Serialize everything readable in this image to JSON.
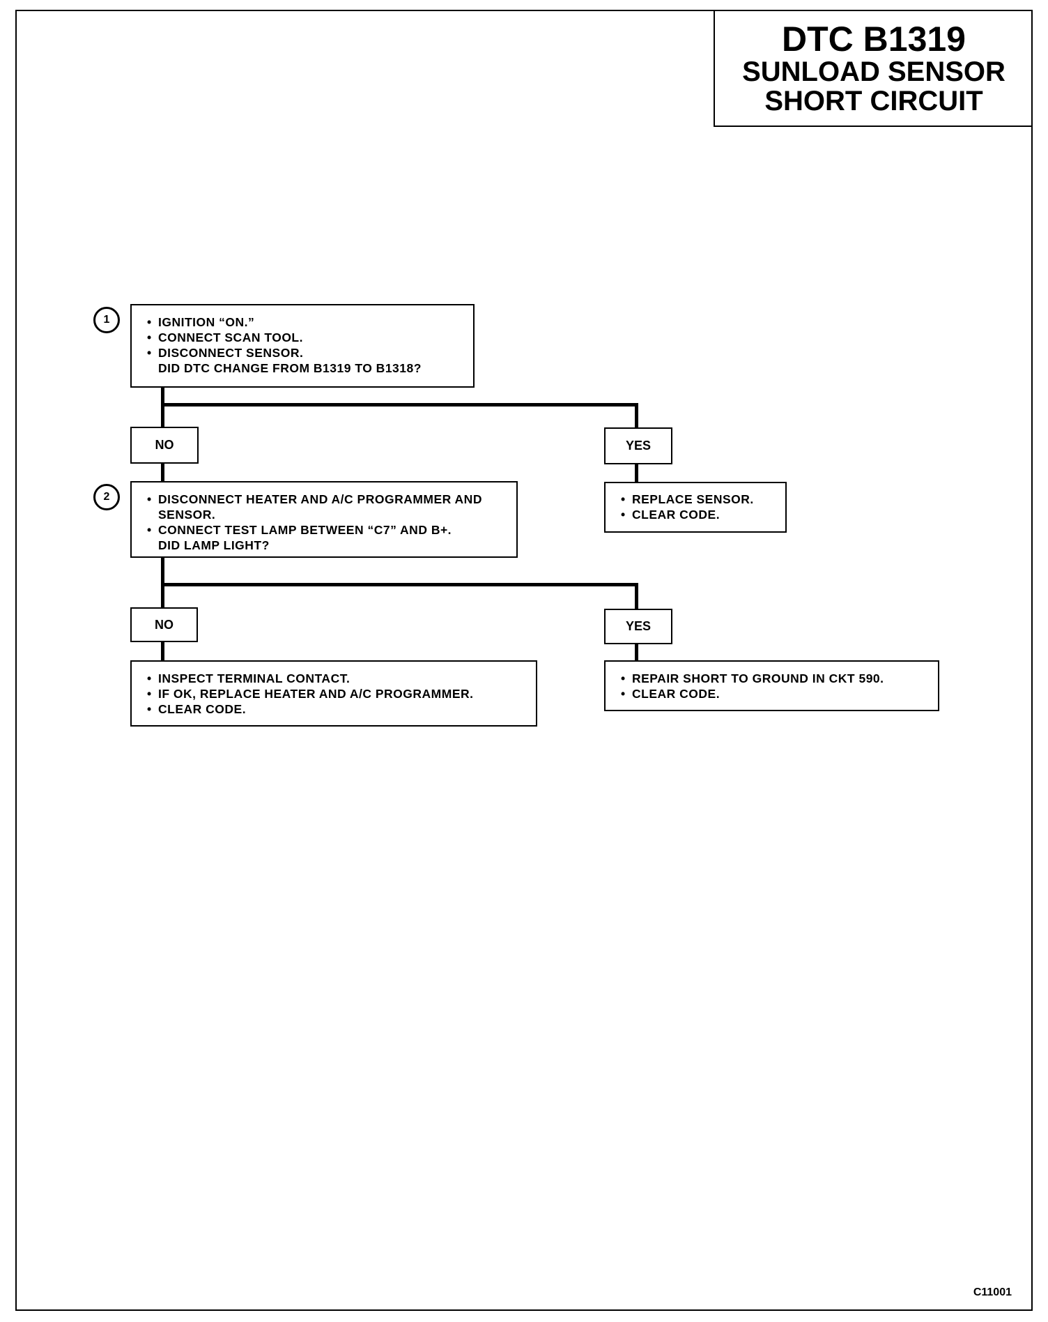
{
  "header": {
    "title": "DTC B1319",
    "subtitle_line1": "SUNLOAD SENSOR",
    "subtitle_line2": "SHORT CIRCUIT"
  },
  "steps": [
    {
      "number": "1",
      "items": [
        "IGNITION “ON.”",
        "CONNECT SCAN TOOL.",
        "DISCONNECT SENSOR."
      ],
      "question": "DID DTC CHANGE FROM B1319 TO B1318?"
    },
    {
      "number": "2",
      "items": [
        "DISCONNECT HEATER AND A/C PROGRAMMER AND SENSOR.",
        "CONNECT TEST LAMP BETWEEN “C7” AND B+."
      ],
      "question": "DID LAMP LIGHT?"
    }
  ],
  "branches": {
    "no_label": "NO",
    "yes_label": "YES"
  },
  "results": {
    "step1_yes": [
      "REPLACE SENSOR.",
      "CLEAR CODE."
    ],
    "step2_no": [
      "INSPECT TERMINAL CONTACT.",
      "IF OK, REPLACE HEATER AND A/C PROGRAMMER.",
      "CLEAR CODE."
    ],
    "step2_yes": [
      "REPAIR SHORT TO GROUND IN CKT 590.",
      "CLEAR CODE."
    ]
  },
  "figure_id": "C11001"
}
